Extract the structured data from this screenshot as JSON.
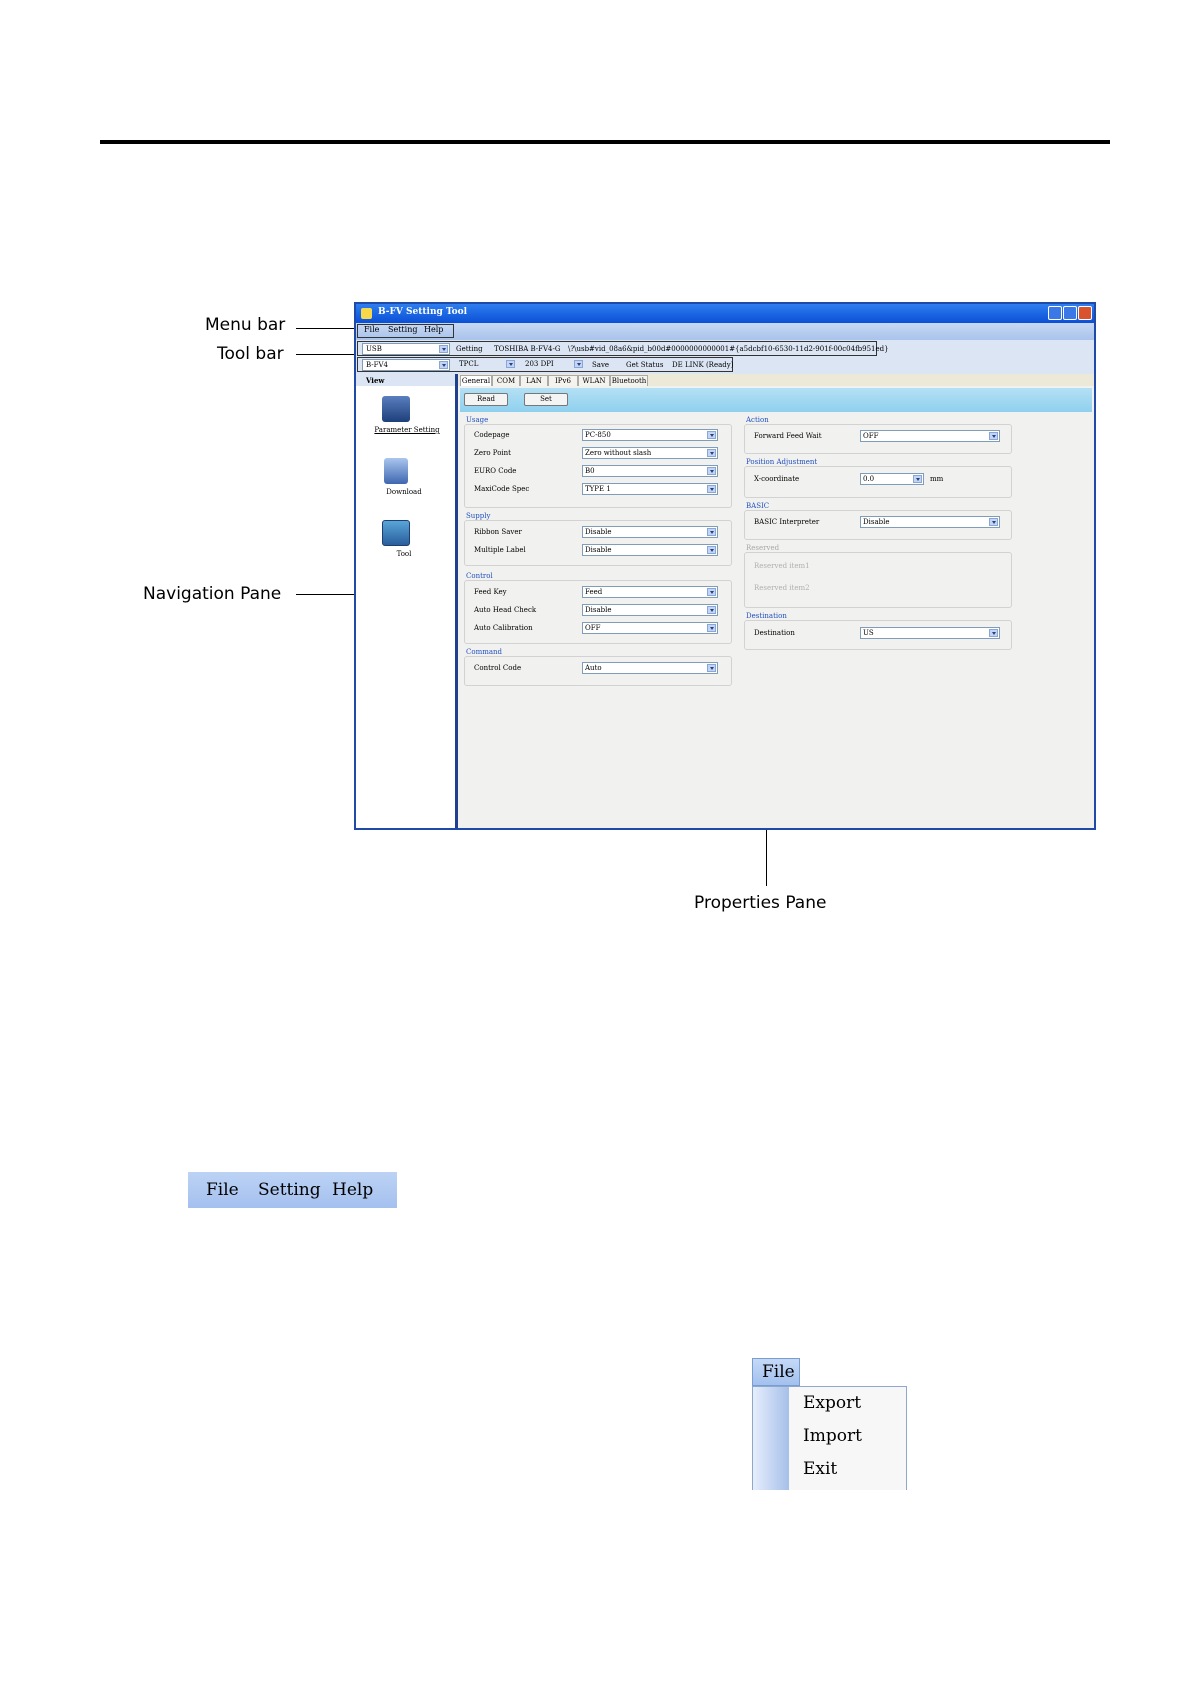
{
  "callouts": {
    "menu_bar": "Menu bar",
    "tool_bar": "Tool bar",
    "navigation_pane": "Navigation Pane",
    "properties_pane": "Properties Pane"
  },
  "window": {
    "title": "B-FV Setting Tool",
    "menu": [
      "File",
      "Setting",
      "Help"
    ],
    "toolbar": {
      "port": "USB",
      "getting": "Getting",
      "model_info": "TOSHIBA B-FV4-G",
      "path": "\\?\\usb#vid_08a6&pid_b00d#0000000000001#{a5dcbf10-6530-11d2-901f-00c04fb951ed}",
      "model": "B-FV4",
      "type": "TPCL",
      "dpi": "203 DPI",
      "buttons": [
        "Save",
        "Get Status",
        "DE LINK (Ready)"
      ]
    },
    "nav": {
      "header": "View",
      "items": [
        "Parameter Setting",
        "Download",
        "Tool"
      ]
    },
    "tabs": [
      "General",
      "COM",
      "LAN",
      "IPv6",
      "WLAN",
      "Bluetooth"
    ],
    "actions": [
      "Read",
      "Set"
    ],
    "groups_left": [
      {
        "title": "Usage",
        "fields": [
          {
            "label": "Codepage",
            "value": "PC-850"
          },
          {
            "label": "Zero Point",
            "value": "Zero without slash"
          },
          {
            "label": "EURO Code",
            "value": "B0"
          },
          {
            "label": "MaxiCode Spec",
            "value": "TYPE 1"
          }
        ]
      },
      {
        "title": "Supply",
        "fields": [
          {
            "label": "Ribbon Saver",
            "value": "Disable"
          },
          {
            "label": "Multiple Label",
            "value": "Disable"
          }
        ]
      },
      {
        "title": "Control",
        "fields": [
          {
            "label": "Feed Key",
            "value": "Feed"
          },
          {
            "label": "Auto Head Check",
            "value": "Disable"
          },
          {
            "label": "Auto Calibration",
            "value": "OFF"
          }
        ]
      },
      {
        "title": "Command",
        "fields": [
          {
            "label": "Control Code",
            "value": "Auto"
          }
        ]
      }
    ],
    "groups_right": [
      {
        "title": "Action",
        "fields": [
          {
            "label": "Forward Feed Wait",
            "value": "OFF"
          }
        ]
      },
      {
        "title": "Position Adjustment",
        "fields": [
          {
            "label": "X-coordinate",
            "value": "0.0",
            "unit": "mm"
          }
        ]
      },
      {
        "title": "BASIC",
        "fields": [
          {
            "label": "BASIC Interpreter",
            "value": "Disable"
          }
        ]
      },
      {
        "title": "Reserved",
        "fields": [
          {
            "label": "Reserved item1",
            "value": ""
          },
          {
            "label": "Reserved item2",
            "value": ""
          }
        ]
      },
      {
        "title": "Destination",
        "fields": [
          {
            "label": "Destination",
            "value": "US"
          }
        ]
      }
    ]
  },
  "menubar_example": [
    "File",
    "Setting",
    "Help"
  ],
  "file_menu": {
    "title": "File",
    "items": [
      "Export",
      "Import",
      "Exit"
    ]
  }
}
